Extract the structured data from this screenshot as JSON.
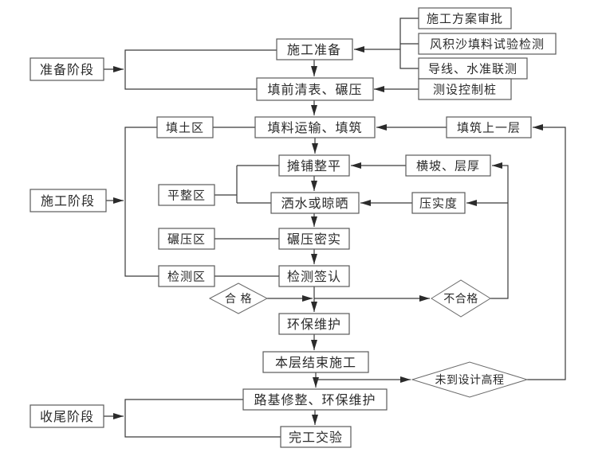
{
  "diagram_type": "flowchart",
  "colors": {
    "background": "#ffffff",
    "line": "#3a3a3a",
    "box_border": "#5a5a5a",
    "text": "#2b2b2b"
  },
  "phases": {
    "prepare": "准备阶段",
    "construct": "施工阶段",
    "finish": "收尾阶段"
  },
  "zones": {
    "fill": "填土区",
    "level": "平整区",
    "roll": "碾压区",
    "test": "检测区"
  },
  "flow": {
    "prepare": "施工准备",
    "clear_roll": "填前清表、碾压",
    "haul_fill": "填料运输、填筑",
    "pave_level": "摊铺整平",
    "water_dry": "洒水或晾晒",
    "roll_compact": "碾压密实",
    "test_sign": "检测签认",
    "env_protect": "环保维护",
    "layer_end": "本层结束施工",
    "trim_env": "路基修整、环保维护",
    "handover": "完工交验"
  },
  "inputs": {
    "plan_approval": "施工方案审批",
    "sand_test": "风积沙填料试验检测",
    "survey": "导线、水准联测",
    "control_stakes": "测设控制桩",
    "next_layer": "填筑上一层",
    "slope_thickness": "横坡、层厚",
    "compaction": "压实度"
  },
  "decisions": {
    "pass": "合 格",
    "fail": "不合格",
    "below_elevation": "未到设计高程"
  }
}
